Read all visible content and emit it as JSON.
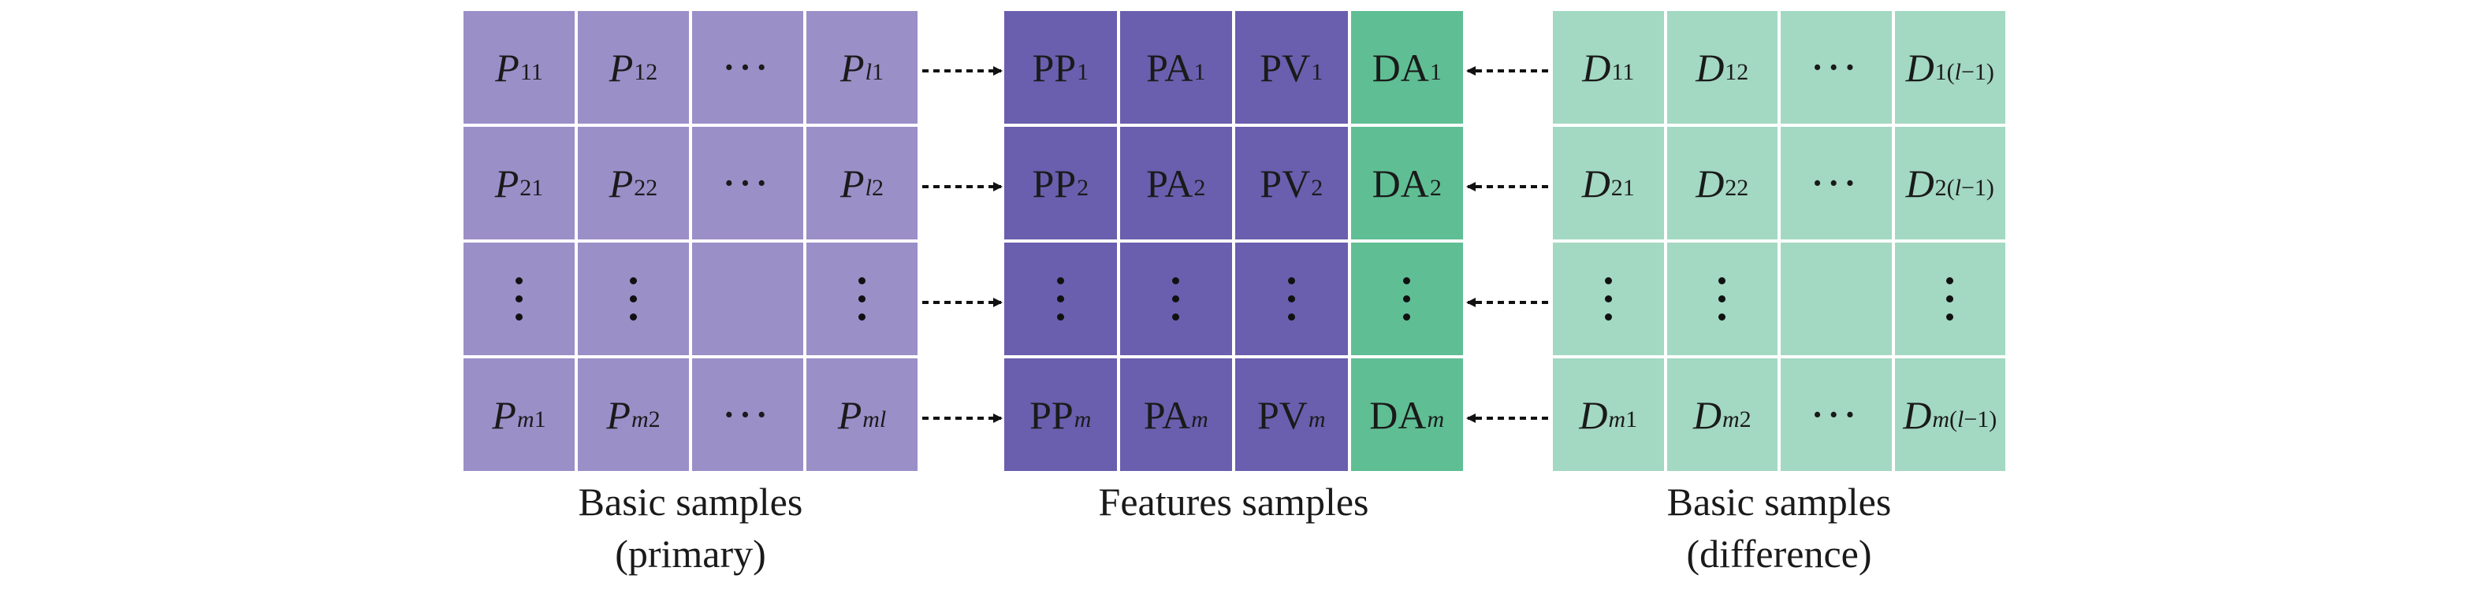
{
  "colors": {
    "primary_cell": "#9b8fc8",
    "feature_cell": "#6a5eae",
    "da_cell": "#5fbe94",
    "difference_cell": "#a3d8c2",
    "arrow": "#111111"
  },
  "primary": {
    "rows": [
      [
        {
          "b": "P",
          "s": "11"
        },
        {
          "b": "P",
          "s": "12"
        },
        {
          "dots": "h"
        },
        {
          "b": "P",
          "s": "1",
          "si": "l"
        }
      ],
      [
        {
          "b": "P",
          "s": "21"
        },
        {
          "b": "P",
          "s": "22"
        },
        {
          "dots": "h"
        },
        {
          "b": "P",
          "s": "2",
          "si": "l"
        }
      ],
      [
        {
          "dots": "v"
        },
        {
          "dots": "v"
        },
        {},
        {
          "dots": "v"
        }
      ],
      [
        {
          "b": "P",
          "si": "m",
          "s": "1"
        },
        {
          "b": "P",
          "si": "m",
          "s": "2"
        },
        {
          "dots": "h"
        },
        {
          "b": "P",
          "si": "ml"
        }
      ]
    ],
    "caption_line1": "Basic samples",
    "caption_line2": "(primary)"
  },
  "features": {
    "rows": [
      [
        {
          "b": "PP",
          "s": "1",
          "up": true
        },
        {
          "b": "PA",
          "s": "1",
          "up": true
        },
        {
          "b": "PV",
          "s": "1",
          "up": true
        },
        {
          "b": "DA",
          "s": "1",
          "up": true
        }
      ],
      [
        {
          "b": "PP",
          "s": "2",
          "up": true
        },
        {
          "b": "PA",
          "s": "2",
          "up": true
        },
        {
          "b": "PV",
          "s": "2",
          "up": true
        },
        {
          "b": "DA",
          "s": "2",
          "up": true
        }
      ],
      [
        {
          "dots": "v"
        },
        {
          "dots": "v"
        },
        {
          "dots": "v"
        },
        {
          "dots": "v"
        }
      ],
      [
        {
          "b": "PP",
          "si": "m",
          "up": true
        },
        {
          "b": "PA",
          "si": "m",
          "up": true
        },
        {
          "b": "PV",
          "si": "m",
          "up": true
        },
        {
          "b": "DA",
          "si": "m",
          "up": true
        }
      ]
    ],
    "caption": "Features samples"
  },
  "difference": {
    "rows": [
      [
        {
          "b": "D",
          "s": "11"
        },
        {
          "b": "D",
          "s": "12"
        },
        {
          "dots": "h"
        },
        {
          "b": "D",
          "s": "1(",
          "si": "l",
          "s2": "−1)"
        }
      ],
      [
        {
          "b": "D",
          "s": "21"
        },
        {
          "b": "D",
          "s": "22"
        },
        {
          "dots": "h"
        },
        {
          "b": "D",
          "s": "2(",
          "si": "l",
          "s2": "−1)"
        }
      ],
      [
        {
          "dots": "v"
        },
        {
          "dots": "v"
        },
        {},
        {
          "dots": "v"
        }
      ],
      [
        {
          "b": "D",
          "si": "m",
          "s": "1"
        },
        {
          "b": "D",
          "si": "m",
          "s": "2"
        },
        {
          "dots": "h"
        },
        {
          "b": "D",
          "si": "m",
          "s": "(",
          "si2": "l",
          "s2": "−1)"
        }
      ]
    ],
    "caption_line1": "Basic samples",
    "caption_line2": "(difference)"
  }
}
